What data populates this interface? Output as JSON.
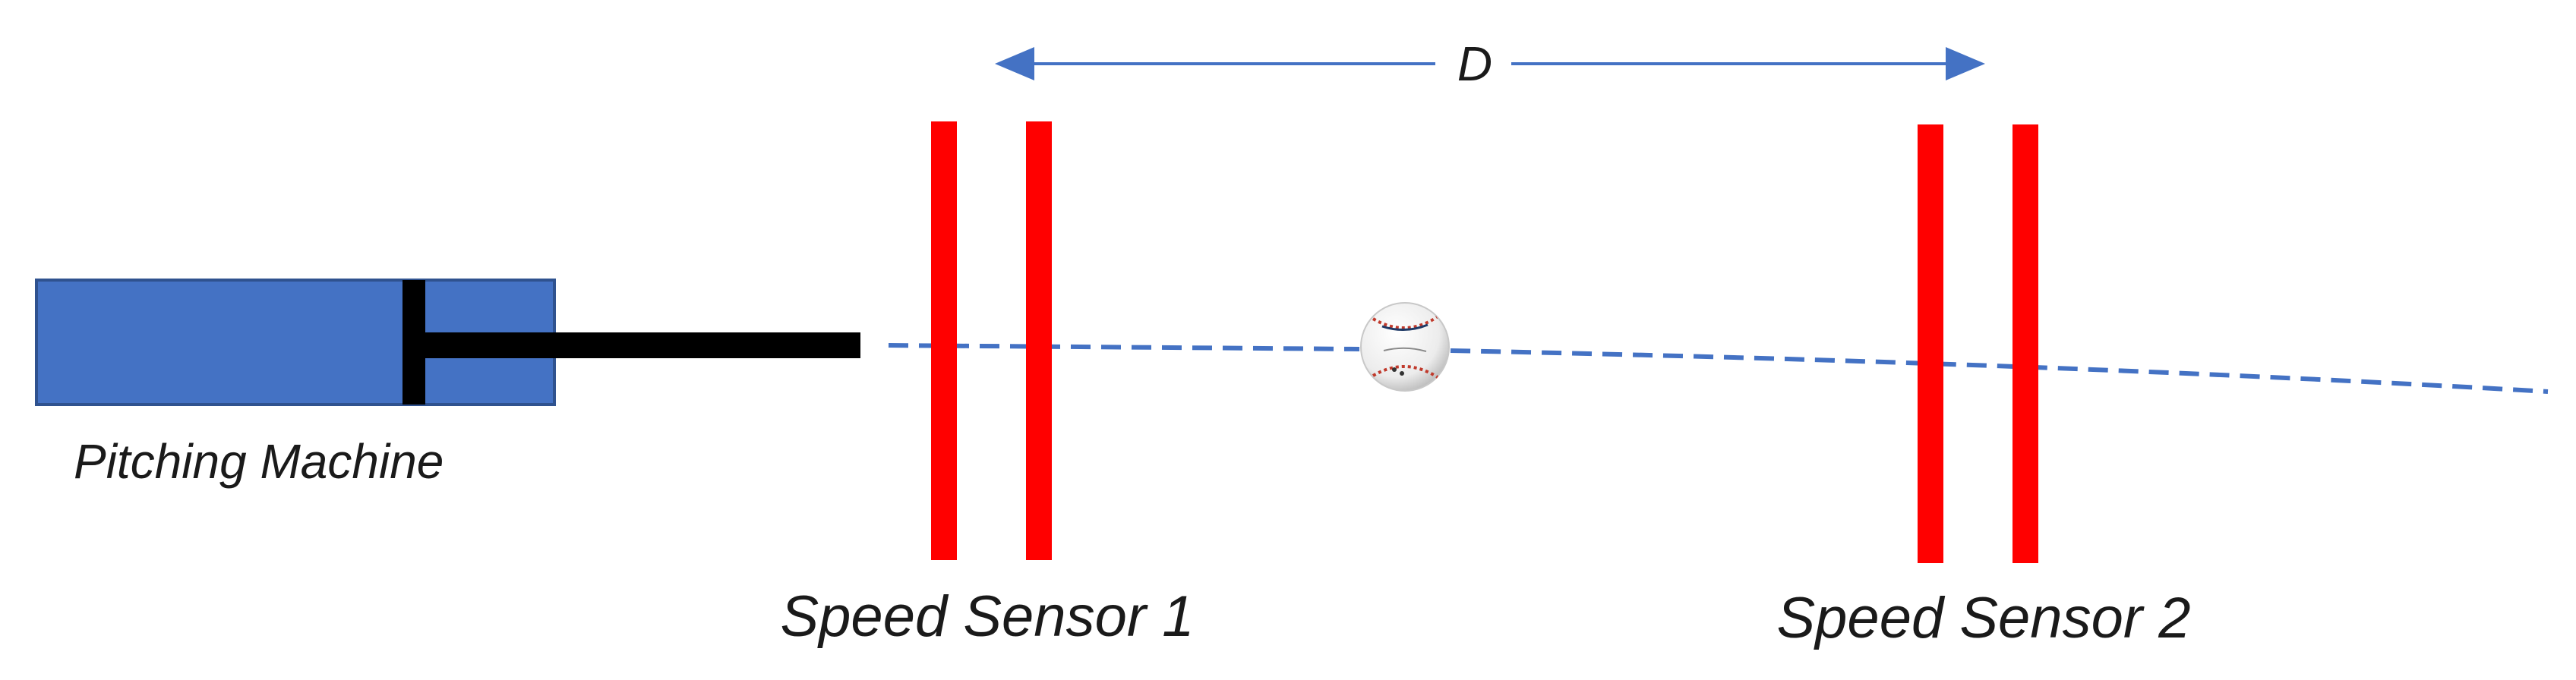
{
  "labels": {
    "distance": "D",
    "pitching_machine": "Pitching Machine",
    "sensor_1": "Speed Sensor 1",
    "sensor_2": "Speed Sensor 2"
  },
  "colors": {
    "machine_body": "#4472C4",
    "machine_border": "#2F528F",
    "piston": "#000000",
    "sensor_beam": "#FF0000",
    "trajectory": "#4472C4",
    "arrow": "#4472C4",
    "baseball_seams": "#C0392B",
    "text": "#1a1a1a"
  },
  "icons": {
    "baseball": "baseball-icon"
  }
}
